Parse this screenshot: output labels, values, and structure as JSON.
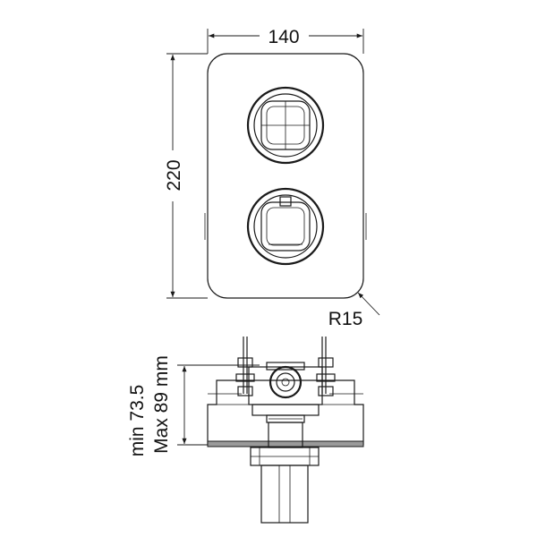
{
  "front_view": {
    "width_label": "140",
    "height_label": "220",
    "radius_label": "R15"
  },
  "side_view": {
    "depth_min_label": "min 73.5",
    "depth_max_label": "Max 89 mm"
  }
}
